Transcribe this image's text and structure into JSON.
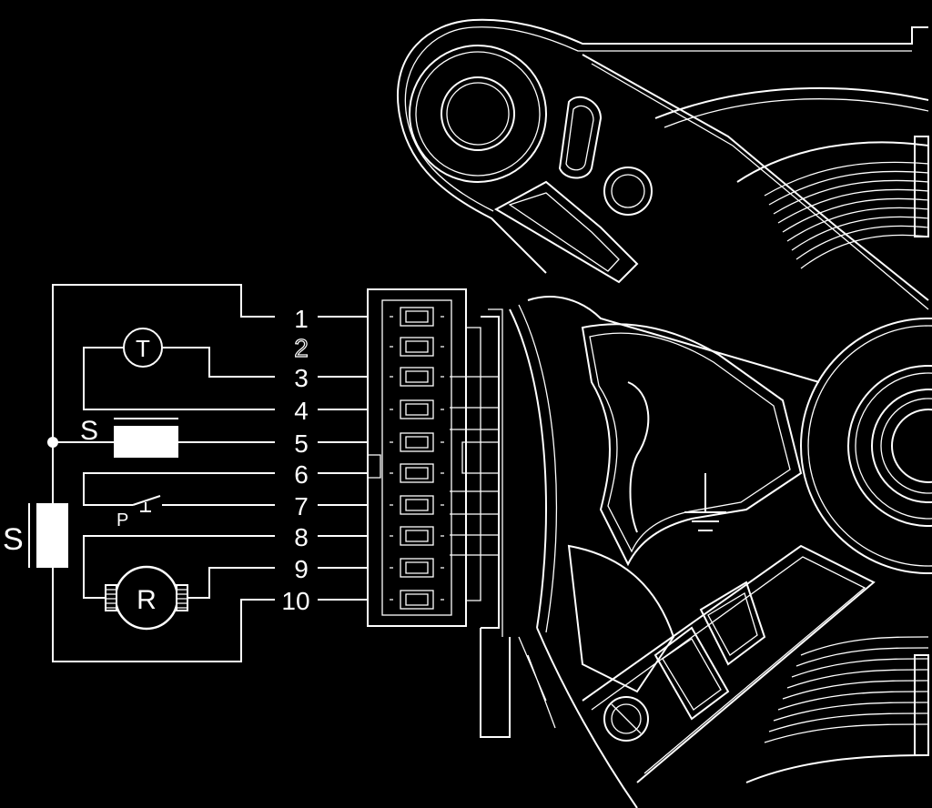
{
  "terminal_labels": [
    "1",
    "2",
    "3",
    "4",
    "5",
    "6",
    "7",
    "8",
    "9",
    "10"
  ],
  "components": {
    "tacho_label": "T",
    "rotor_label": "R",
    "field_winding_label_1": "S",
    "field_winding_label_2": "S",
    "protector_label": "P"
  },
  "colors": {
    "background": "#000000",
    "line": "#ffffff"
  }
}
